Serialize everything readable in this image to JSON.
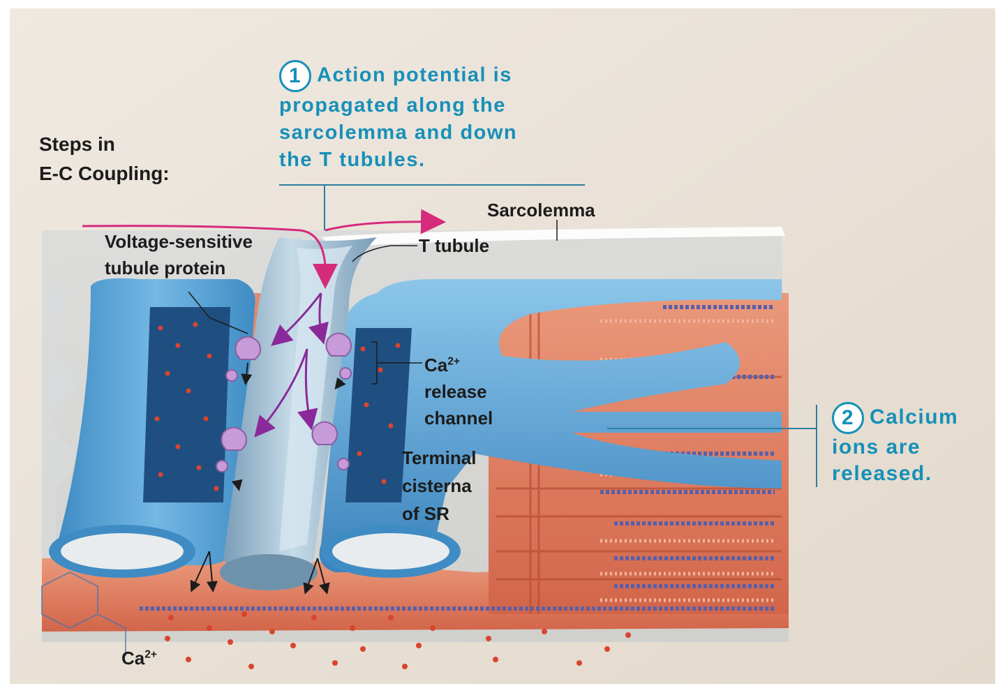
{
  "heading": {
    "line1": "Steps in",
    "line2": "E-C Coupling:"
  },
  "step1": {
    "number": "1",
    "line1": "Action potential is",
    "line2": "propagated along the",
    "line3": "sarcolemma and down",
    "line4": "the T tubules."
  },
  "step2": {
    "number": "2",
    "line1": "Calcium",
    "line2": "ions are",
    "line3": "released."
  },
  "labels": {
    "sarcolemma": "Sarcolemma",
    "t_tubule": "T tubule",
    "voltage_line1": "Voltage-sensitive",
    "voltage_line2": "tubule protein",
    "ca_release_base": "Ca",
    "ca_release_sup": "2+",
    "ca_release_line2": "release",
    "ca_release_line3": "channel",
    "terminal_line1": "Terminal",
    "terminal_line2": "cisterna",
    "terminal_line3": "of SR",
    "ca_ion_base": "Ca",
    "ca_ion_sup": "2+"
  },
  "colors": {
    "background": "#e8e0d6",
    "sr_blue": "#5aa5d6",
    "t_tubule_gray": "#9fc0d8",
    "myofibril_red": "#e07a5f",
    "calcium_dot": "#d9442f",
    "action_potential_arrow": "#d62a7c",
    "ion_flow_arrow": "#8a2a9a",
    "label_blue": "#1690b8"
  }
}
